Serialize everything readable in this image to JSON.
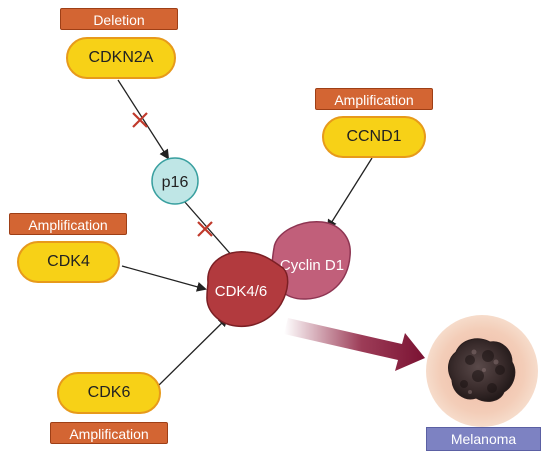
{
  "tags": {
    "cdkn2a": "Deletion",
    "ccnd1": "Amplification",
    "cdk4": "Amplification",
    "cdk6": "Amplification"
  },
  "genes": {
    "cdkn2a": "CDKN2A",
    "ccnd1": "CCND1",
    "cdk4": "CDK4",
    "cdk6": "CDK6"
  },
  "proteins": {
    "p16": "p16",
    "cdk46": "CDK4/6",
    "cyclin_d1": "Cyclin D1"
  },
  "outcome": {
    "label": "Melanoma"
  },
  "colors": {
    "tag_fill": "#d36533",
    "gene_fill": "#f7d117",
    "gene_border": "#e79a1b",
    "p16_fill": "#bfe6e6",
    "cdk46_fill": "#b23a3e",
    "cyclin_fill": "#c15f7a",
    "inhibition_mark": "#c0392b",
    "melanoma_label": "#7d82c2"
  }
}
